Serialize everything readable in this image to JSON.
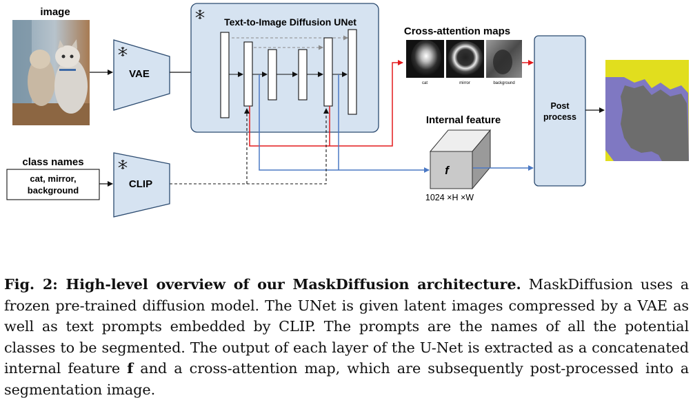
{
  "diagram": {
    "image_label": "image",
    "vae_label": "VAE",
    "unet_label": "Text-to-Image Diffusion UNet",
    "xattn_title": "Cross-attention maps",
    "xattn_maps": [
      "cat",
      "mirror",
      "background"
    ],
    "internal_feature_label": "Internal feature",
    "feature_symbol": "f",
    "feature_dims": "1024 ×H ×W",
    "post_process_line1": "Post",
    "post_process_line2": "process",
    "class_names_title": "class names",
    "class_names_line1": "cat, mirror,",
    "class_names_line2": "background",
    "clip_label": "CLIP",
    "frozen_icon": "snowflake-icon",
    "colors": {
      "block_fill": "#d6e3f1",
      "block_stroke": "#2b4a6f",
      "attention_arrow": "#e3191c",
      "feature_arrow": "#4a78c4",
      "seg_yellow": "#e1de1e",
      "seg_purple": "#7f78c2",
      "seg_gray": "#6d6d6d"
    }
  },
  "caption": {
    "heading": "Fig. 2: High-level overview of our MaskDiffusion architecture.",
    "body": "MaskDiffusion uses a frozen pre-trained diffusion model. The UNet is given latent images compressed by a VAE as well as text prompts embedded by CLIP. The prompts are the names of all the potential classes to be segmented. The output of each layer of the U-Net is extracted as a concatenated internal feature",
    "feature_symbol": "f",
    "tail": "and a cross-attention map, which are subsequently post-processed into a segmentation image."
  }
}
